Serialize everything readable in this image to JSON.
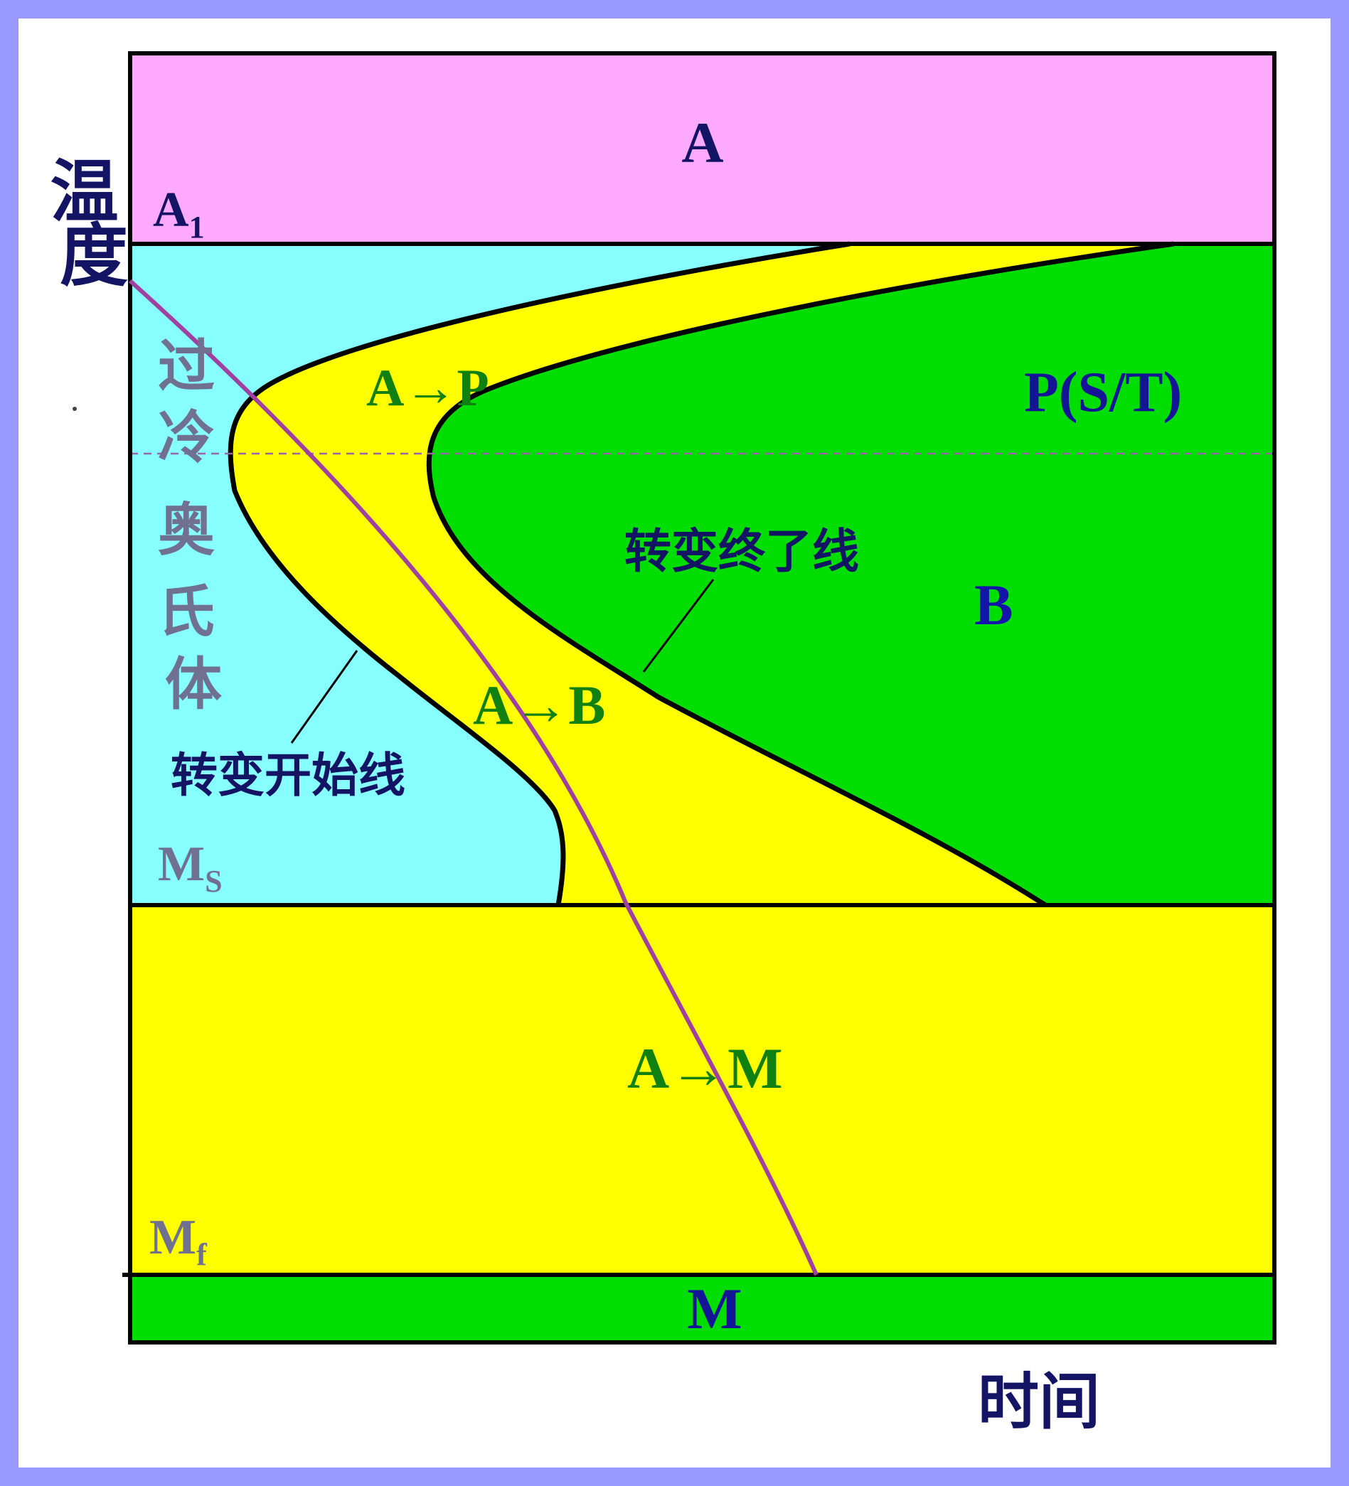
{
  "axes": {
    "y_label": "温度",
    "x_label": "时间"
  },
  "temperature_levels": {
    "a1": {
      "main": "A",
      "sub": "1"
    },
    "ms": {
      "main": "M",
      "sub": "S"
    },
    "mf": {
      "main": "M",
      "sub": "f"
    }
  },
  "regions": {
    "austenite_top": "A",
    "supercooled_austenite": [
      "过",
      "冷",
      "奥",
      "氏",
      "体"
    ],
    "pearlite_region": "P(S/T)",
    "bainite_region": "B",
    "martensite": "M"
  },
  "transformations": {
    "a_to_p": "A→P",
    "a_to_b": "A→B",
    "a_to_m": "A→M"
  },
  "curves": {
    "start_line": "转变开始线",
    "finish_line": "转变终了线"
  },
  "colors": {
    "frame_border": "#9999ff",
    "austenite_pink": "#ffaaff",
    "supercooled_cyan": "#88ffff",
    "transforming_yellow": "#ffff00",
    "product_green": "#00dd00",
    "cooling_curve_purple": "#a040a0",
    "label_navy": "#141464",
    "label_green": "#108010",
    "label_gray": "#707090"
  }
}
